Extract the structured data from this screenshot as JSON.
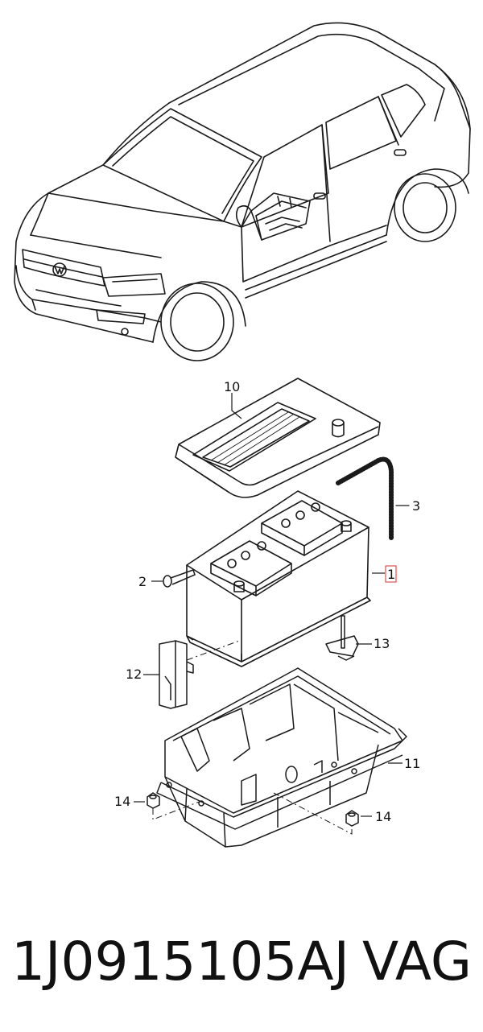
{
  "callouts": [
    {
      "id": "callout-10",
      "label": "10"
    },
    {
      "id": "callout-3",
      "label": "3"
    },
    {
      "id": "callout-2",
      "label": "2"
    },
    {
      "id": "callout-1",
      "label": "1",
      "highlighted": true
    },
    {
      "id": "callout-13",
      "label": "13"
    },
    {
      "id": "callout-12",
      "label": "12"
    },
    {
      "id": "callout-11",
      "label": "11"
    },
    {
      "id": "callout-14a",
      "label": "14"
    },
    {
      "id": "callout-14b",
      "label": "14"
    }
  ],
  "caption": {
    "part_number": "1J0915105AJ",
    "brand": "VAG"
  },
  "colors": {
    "line": "#1a1a1a",
    "highlight_box": "#d9534f",
    "background": "#ffffff"
  }
}
